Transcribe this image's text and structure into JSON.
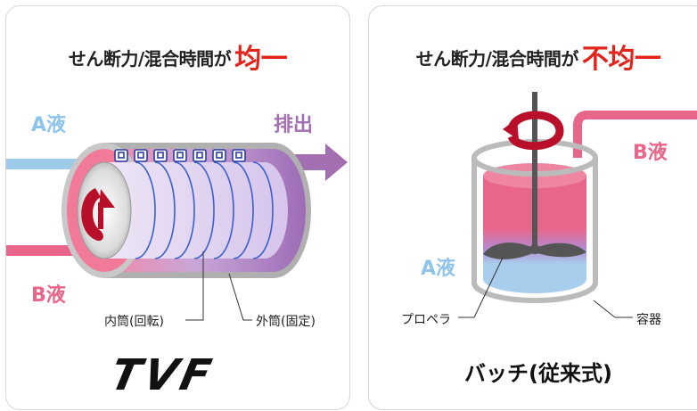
{
  "left": {
    "title_prefix": "せん断力/混合時間が",
    "title_emphasis": "均一",
    "liquid_a": "A液",
    "liquid_b": "B液",
    "outlet": "排出",
    "inner_label": "内筒(回転)",
    "outer_label": "外筒(固定)",
    "logo": "TVF"
  },
  "right": {
    "title_prefix": "せん断力/混合時間が",
    "title_emphasis": "不均一",
    "liquid_a": "A液",
    "liquid_b": "B液",
    "propeller_label": "プロペラ",
    "vessel_label": "容器",
    "caption": "バッチ(従来式)"
  },
  "colors": {
    "accent_red": "#e2231a",
    "liquid_a_blue": "#9ecbe9",
    "liquid_b_pink": "#e8668a",
    "outlet_purple": "#a46fb0"
  }
}
